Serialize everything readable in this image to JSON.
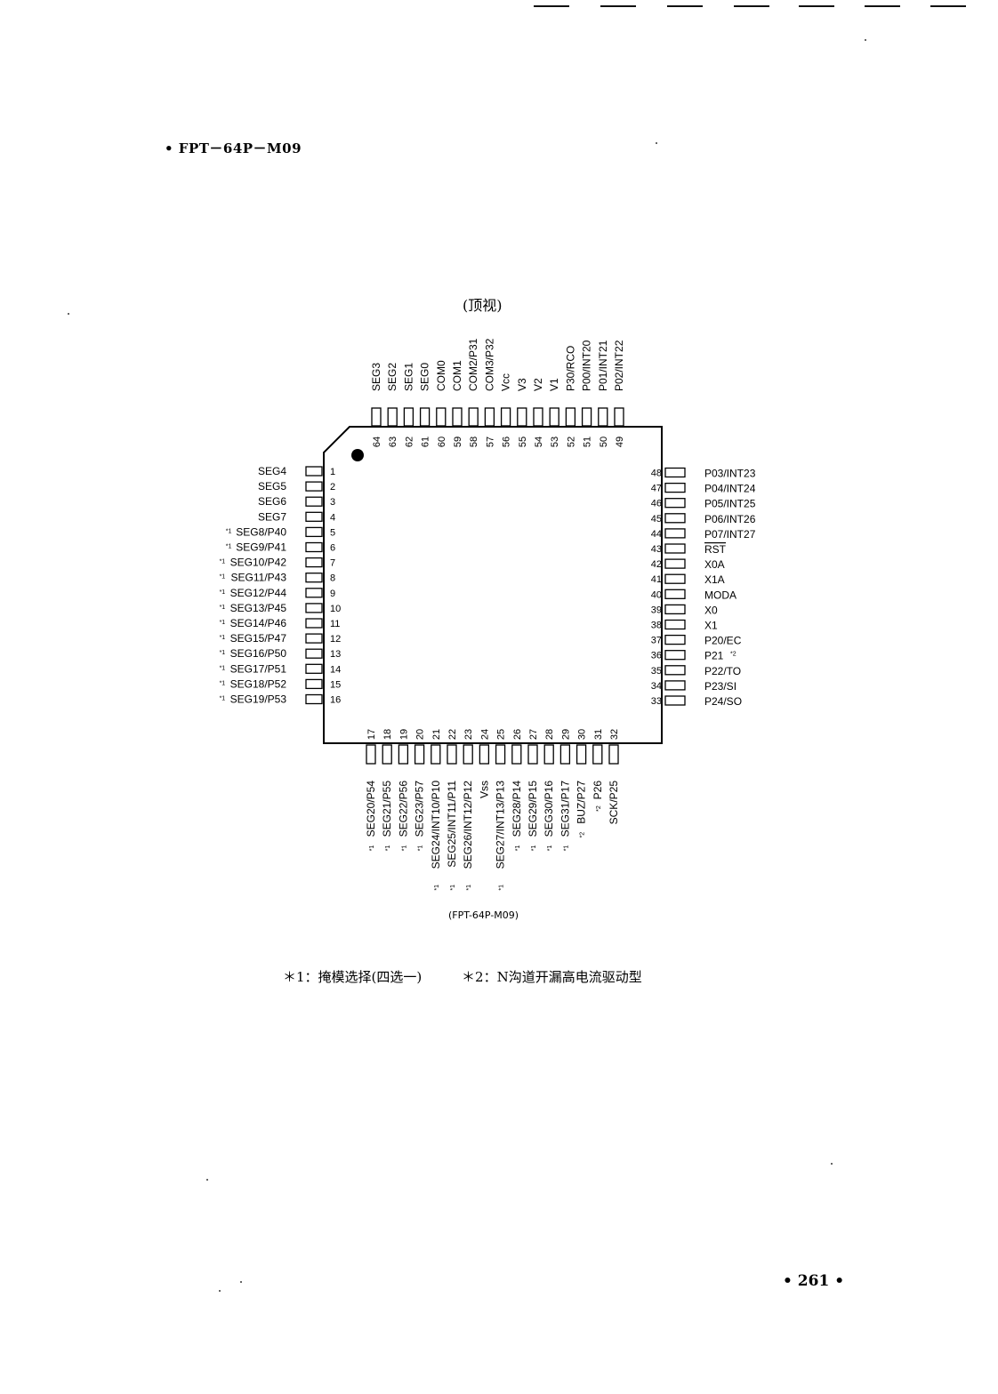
{
  "heading": "• FPT－64P－M09",
  "view_label": "(顶视)",
  "caption": "(FPT-64P-M09)",
  "notes": {
    "note1": "＊1：掩模选择(四选一)",
    "note2": "＊2：N沟道开漏高电流驱动型"
  },
  "page_number": "• 261 •",
  "pins": {
    "left": [
      {
        "num": "1",
        "label": "SEG4",
        "mark": ""
      },
      {
        "num": "2",
        "label": "SEG5",
        "mark": ""
      },
      {
        "num": "3",
        "label": "SEG6",
        "mark": ""
      },
      {
        "num": "4",
        "label": "SEG7",
        "mark": ""
      },
      {
        "num": "5",
        "label": "SEG8/P40",
        "mark": "*1"
      },
      {
        "num": "6",
        "label": "SEG9/P41",
        "mark": "*1"
      },
      {
        "num": "7",
        "label": "SEG10/P42",
        "mark": "*1"
      },
      {
        "num": "8",
        "label": "SEG11/P43",
        "mark": "*1"
      },
      {
        "num": "9",
        "label": "SEG12/P44",
        "mark": "*1"
      },
      {
        "num": "10",
        "label": "SEG13/P45",
        "mark": "*1"
      },
      {
        "num": "11",
        "label": "SEG14/P46",
        "mark": "*1"
      },
      {
        "num": "12",
        "label": "SEG15/P47",
        "mark": "*1"
      },
      {
        "num": "13",
        "label": "SEG16/P50",
        "mark": "*1"
      },
      {
        "num": "14",
        "label": "SEG17/P51",
        "mark": "*1"
      },
      {
        "num": "15",
        "label": "SEG18/P52",
        "mark": "*1"
      },
      {
        "num": "16",
        "label": "SEG19/P53",
        "mark": "*1"
      }
    ],
    "bottom": [
      {
        "num": "17",
        "label": "SEG20/P54",
        "mark": "*1"
      },
      {
        "num": "18",
        "label": "SEG21/P55",
        "mark": "*1"
      },
      {
        "num": "19",
        "label": "SEG22/P56",
        "mark": "*1"
      },
      {
        "num": "20",
        "label": "SEG23/P57",
        "mark": "*1"
      },
      {
        "num": "21",
        "label": "SEG24/INT10/P10",
        "mark": "*1"
      },
      {
        "num": "22",
        "label": "SEG25/INT11/P11",
        "mark": "*1"
      },
      {
        "num": "23",
        "label": "SEG26/INT12/P12",
        "mark": "*1"
      },
      {
        "num": "24",
        "label": "Vss",
        "mark": ""
      },
      {
        "num": "25",
        "label": "SEG27/INT13/P13",
        "mark": "*1"
      },
      {
        "num": "26",
        "label": "SEG28/P14",
        "mark": "*1"
      },
      {
        "num": "27",
        "label": "SEG29/P15",
        "mark": "*1"
      },
      {
        "num": "28",
        "label": "SEG30/P16",
        "mark": "*1"
      },
      {
        "num": "29",
        "label": "SEG31/P17",
        "mark": "*1"
      },
      {
        "num": "30",
        "label": "BUZ/P27",
        "mark": "*2"
      },
      {
        "num": "31",
        "label": "P26",
        "mark": "*2"
      },
      {
        "num": "32",
        "label": "SCK/P25",
        "mark": ""
      }
    ],
    "right": [
      {
        "num": "33",
        "label": "P24/SO",
        "mark": ""
      },
      {
        "num": "34",
        "label": "P23/SI",
        "mark": ""
      },
      {
        "num": "35",
        "label": "P22/TO",
        "mark": ""
      },
      {
        "num": "36",
        "label": "P21",
        "mark": "*2"
      },
      {
        "num": "37",
        "label": "P20/EC",
        "mark": ""
      },
      {
        "num": "38",
        "label": "X1",
        "mark": ""
      },
      {
        "num": "39",
        "label": "X0",
        "mark": ""
      },
      {
        "num": "40",
        "label": "MODA",
        "mark": ""
      },
      {
        "num": "41",
        "label": "X1A",
        "mark": ""
      },
      {
        "num": "42",
        "label": "X0A",
        "mark": ""
      },
      {
        "num": "43",
        "label": "RST",
        "mark": ""
      },
      {
        "num": "44",
        "label": "P07/INT27",
        "mark": ""
      },
      {
        "num": "45",
        "label": "P06/INT26",
        "mark": ""
      },
      {
        "num": "46",
        "label": "P05/INT25",
        "mark": ""
      },
      {
        "num": "47",
        "label": "P04/INT24",
        "mark": ""
      },
      {
        "num": "48",
        "label": "P03/INT23",
        "mark": ""
      }
    ],
    "top": [
      {
        "num": "49",
        "label": "P02/INT22",
        "mark": ""
      },
      {
        "num": "50",
        "label": "P01/INT21",
        "mark": ""
      },
      {
        "num": "51",
        "label": "P00/INT20",
        "mark": ""
      },
      {
        "num": "52",
        "label": "P30/RCO",
        "mark": ""
      },
      {
        "num": "53",
        "label": "V1",
        "mark": ""
      },
      {
        "num": "54",
        "label": "V2",
        "mark": ""
      },
      {
        "num": "55",
        "label": "V3",
        "mark": ""
      },
      {
        "num": "56",
        "label": "Vcc",
        "mark": ""
      },
      {
        "num": "57",
        "label": "COM3/P32",
        "mark": ""
      },
      {
        "num": "58",
        "label": "COM2/P31",
        "mark": ""
      },
      {
        "num": "59",
        "label": "COM1",
        "mark": ""
      },
      {
        "num": "60",
        "label": "COM0",
        "mark": ""
      },
      {
        "num": "61",
        "label": "SEG0",
        "mark": ""
      },
      {
        "num": "62",
        "label": "SEG1",
        "mark": ""
      },
      {
        "num": "63",
        "label": "SEG2",
        "mark": ""
      },
      {
        "num": "64",
        "label": "SEG3",
        "mark": ""
      }
    ]
  }
}
